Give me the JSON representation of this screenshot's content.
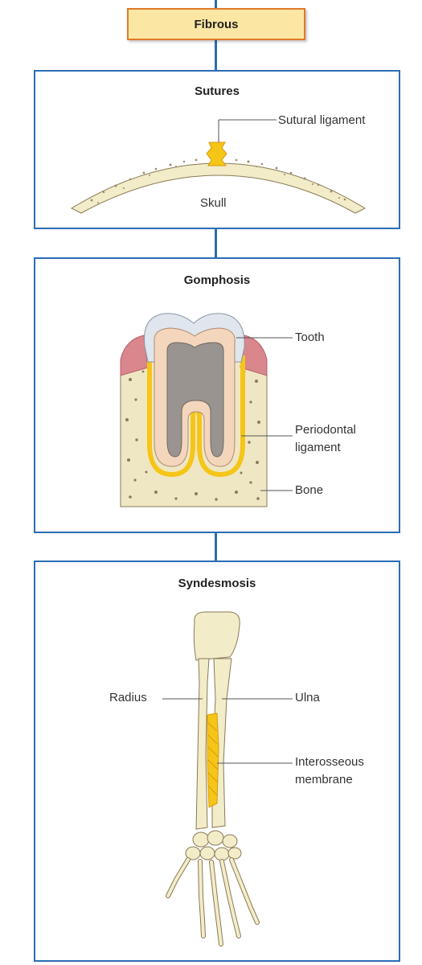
{
  "header": {
    "title": "Fibrous"
  },
  "panels": {
    "sutures": {
      "title": "Sutures",
      "labels": {
        "ligament": "Sutural ligament",
        "skull": "Skull"
      }
    },
    "gomphosis": {
      "title": "Gomphosis",
      "labels": {
        "tooth": "Tooth",
        "periodontal_1": "Periodontal",
        "periodontal_2": "ligament",
        "bone": "Bone"
      }
    },
    "syndesmosis": {
      "title": "Syndesmosis",
      "labels": {
        "radius": "Radius",
        "ulna": "Ulna",
        "membrane_1": "Interosseous",
        "membrane_2": "membrane"
      }
    }
  },
  "colors": {
    "border": "#2a6db5",
    "header_fill": "#fbe7a3",
    "header_border": "#e07a2a",
    "bone": "#f2ecc9",
    "ligament": "#f5c518"
  }
}
